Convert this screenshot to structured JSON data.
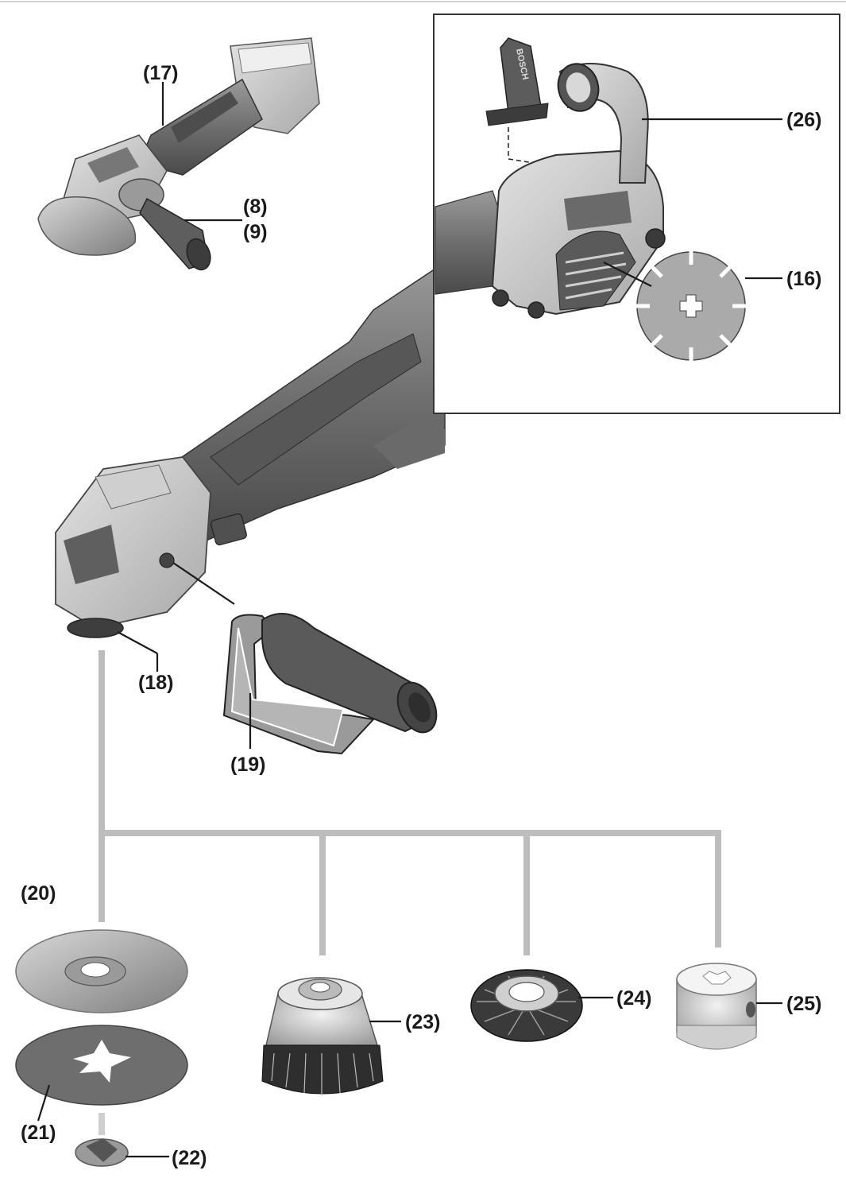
{
  "diagram": {
    "labels": {
      "p17": "(17)",
      "p8": "(8)",
      "p9": "(9)",
      "p26": "(26)",
      "p16": "(16)",
      "p18": "(18)",
      "p19": "(19)",
      "p20": "(20)",
      "p21": "(21)",
      "p22": "(22)",
      "p23": "(23)",
      "p24": "(24)",
      "p25": "(25)"
    },
    "handle_brand": "BOSCH",
    "colors": {
      "tool_dark": "#5a5a5a",
      "tool_mid": "#8a8a8a",
      "tool_light": "#c4c4c4",
      "line": "#1a1a1a",
      "tree": "#bdbdbd"
    }
  }
}
